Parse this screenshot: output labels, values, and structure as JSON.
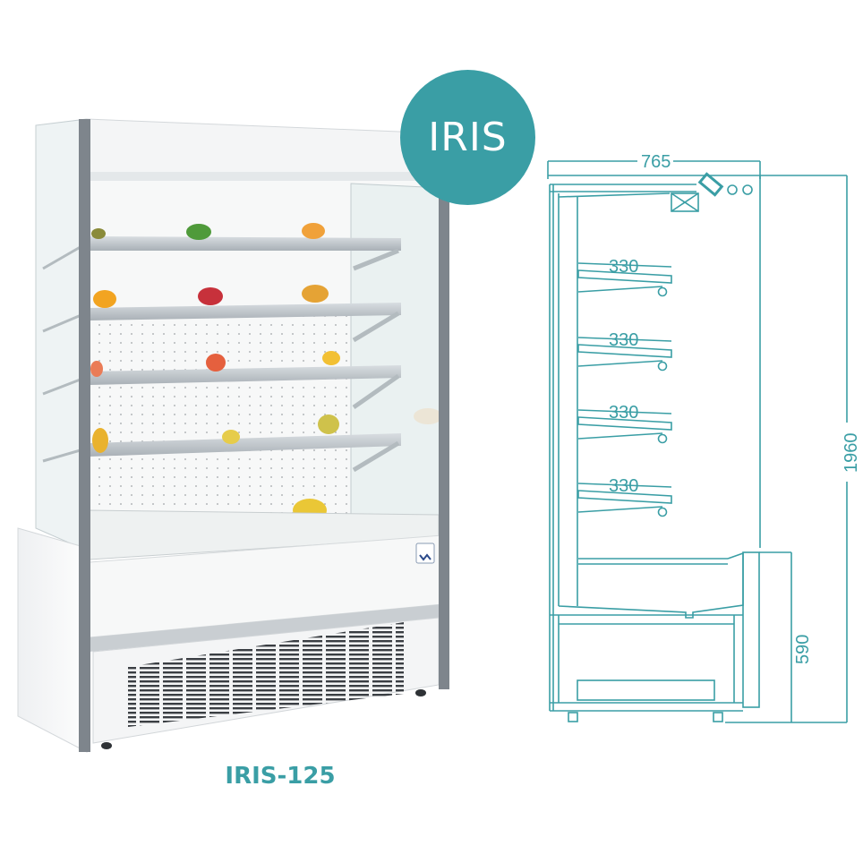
{
  "brand_color": "#3a9ea5",
  "line_color": "#3a9ea5",
  "badge": {
    "label": "IRIS"
  },
  "product": {
    "model_caption": "IRIS-125",
    "shelves_count": 4
  },
  "technical_drawing": {
    "view": "side-section",
    "dimensions": {
      "depth": "765",
      "height": "1960",
      "base_height": "590",
      "shelf_depths": [
        "330",
        "330",
        "330",
        "330"
      ]
    }
  }
}
